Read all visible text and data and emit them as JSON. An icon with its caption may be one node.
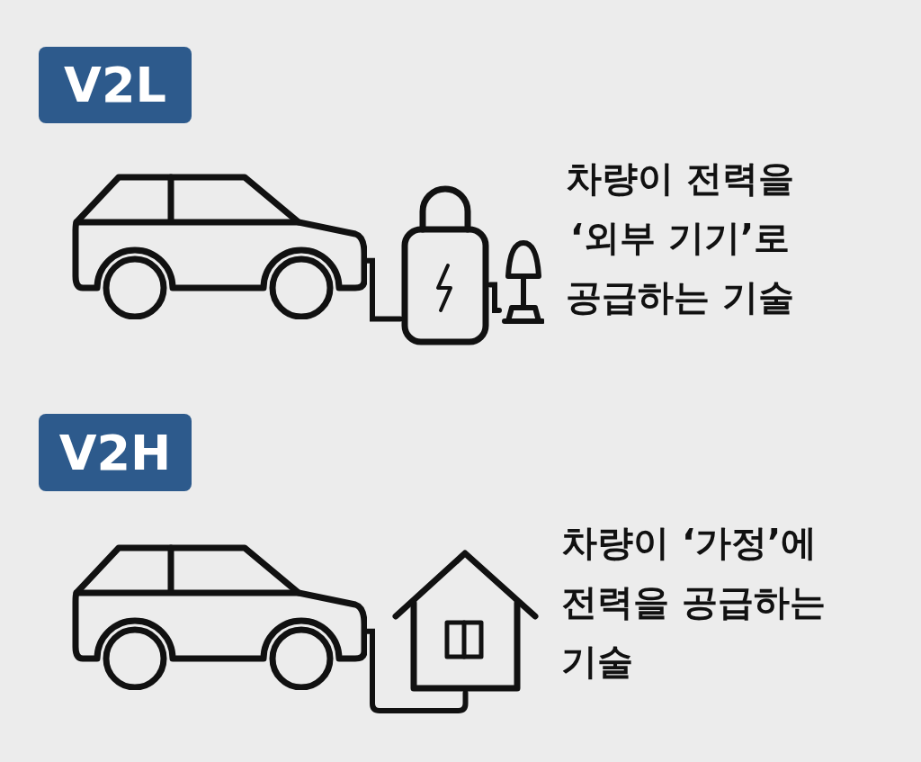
{
  "diagram": {
    "nodes": [
      {
        "text": [
          "V2L"
        ]
      },
      {
        "text": [],
        "shape": "picture"
      },
      {
        "text": [],
        "shape": "picture"
      },
      {
        "text": [],
        "shape": "picture"
      },
      {
        "text": [
          "V2H"
        ]
      },
      {
        "text": [],
        "shape": "picture"
      },
      {
        "text": [],
        "shape": "picture"
      }
    ],
    "edges": [
      {
        "from": 1,
        "to": 2,
        "arrow": "none"
      },
      {
        "from": 2,
        "to": 3,
        "arrow": "none"
      },
      {
        "from": 5,
        "to": 6,
        "arrow": "none"
      }
    ],
    "labels": [
      "차량이 전력을 ‘외부 기기’로 공급하는 기술",
      "차량이 ‘가정’에 전력을 공급하는 기술"
    ]
  }
}
